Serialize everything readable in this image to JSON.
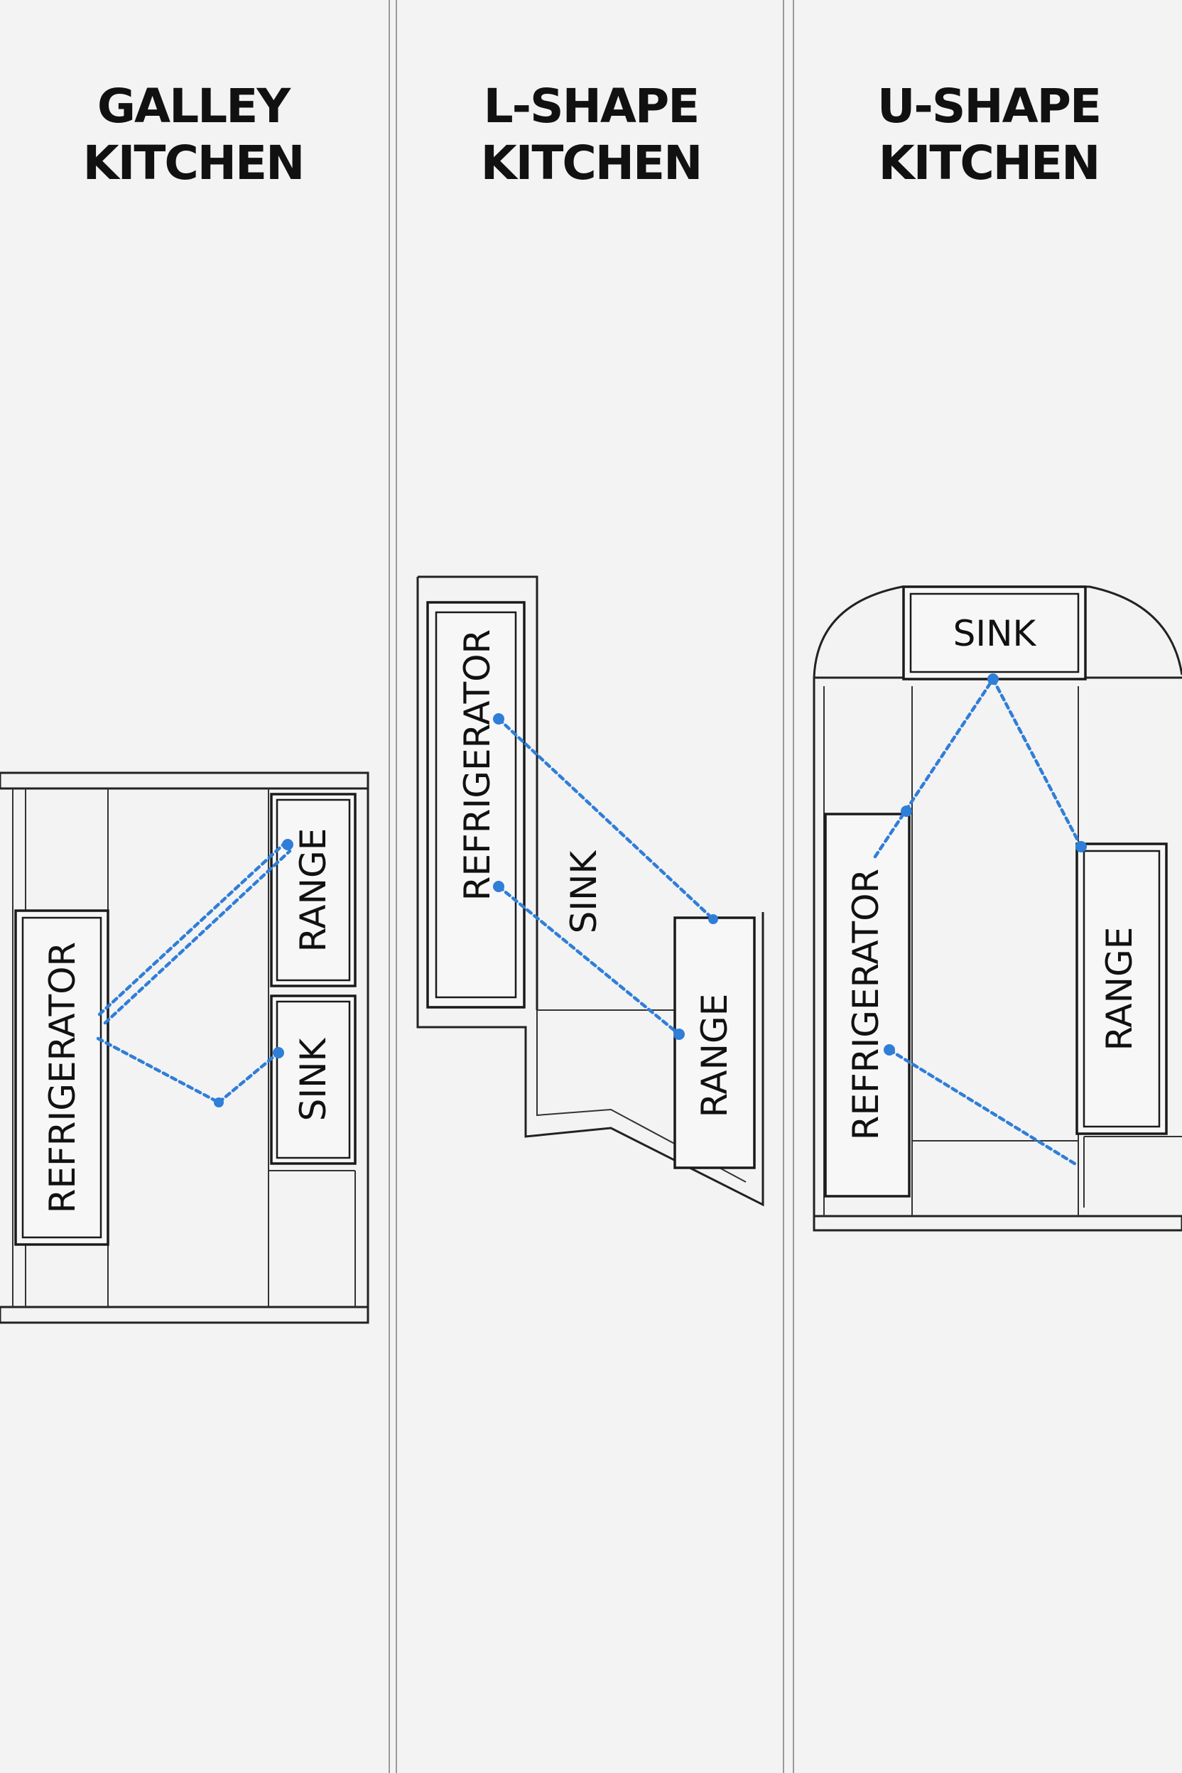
{
  "colors": {
    "background": "#f3f3f3",
    "line": "#1a1a1a",
    "triangle": "#2f7ed8"
  },
  "panels": [
    {
      "id": "galley",
      "title_line1": "GALLEY",
      "title_line2": "KITCHEN",
      "labels": {
        "refrigerator": "REFRIGERATOR",
        "range": "RANGE",
        "sink": "SINK"
      }
    },
    {
      "id": "l-shape",
      "title_line1": "L-SHAPE",
      "title_line2": "KITCHEN",
      "labels": {
        "refrigerator": "REFRIGERATOR",
        "range": "RANGE",
        "sink": "SINK"
      }
    },
    {
      "id": "u-shape",
      "title_line1": "U-SHAPE",
      "title_line2": "KITCHEN",
      "labels": {
        "refrigerator": "REFRIGERATOR",
        "range": "RANGE",
        "sink": "SINK"
      }
    }
  ]
}
